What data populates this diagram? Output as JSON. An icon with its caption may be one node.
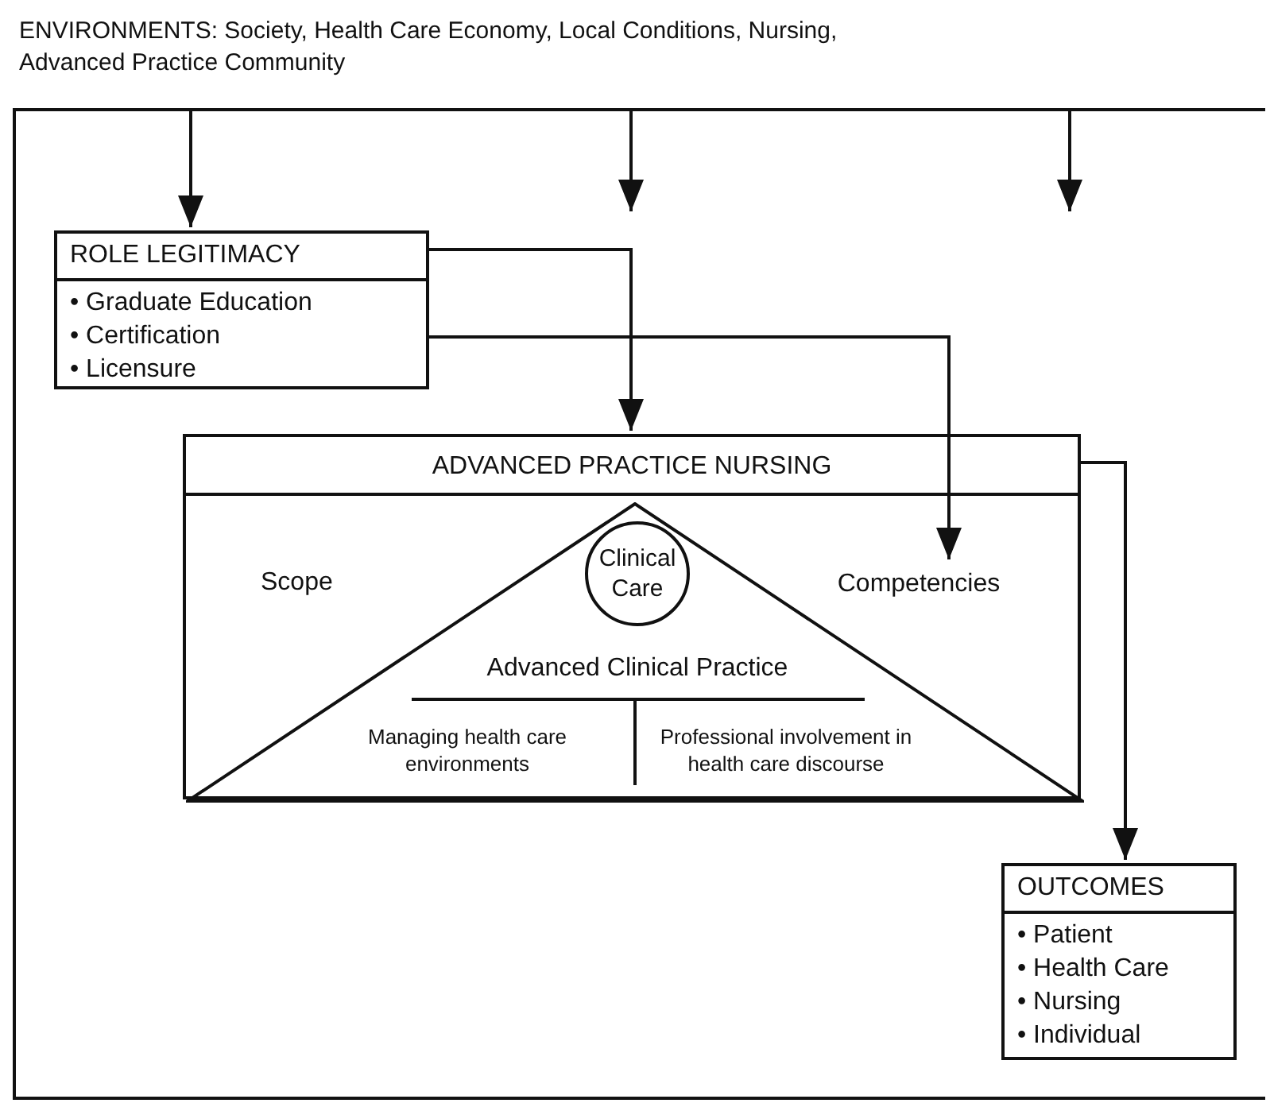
{
  "diagram": {
    "nodes": [
      {
        "text": [
          "ENVIRONMENTS: Society, Health Care Economy, Local Conditions, Nursing, Advanced Practice Community"
        ]
      },
      {
        "text": [
          "ROLE LEGITIMACY",
          "• Graduate Education",
          "• Certification",
          "• Licensure"
        ],
        "in": 0
      },
      {
        "text": [
          "ADVANCED PRACTICE NURSING",
          "Scope"
        ],
        "in": 0
      },
      {
        "text": [
          "Advanced Clinical Practice",
          "Managing health care environments",
          "Professional involvement in health care discourse"
        ],
        "in": 2
      },
      {
        "text": [
          "Clinical Care"
        ],
        "in": 3
      },
      {
        "text": [
          "Competencies"
        ],
        "in": 2
      },
      {
        "text": [
          "OUTCOMES",
          "• Patient",
          "• Health Care",
          "• Nursing",
          "• Individual"
        ],
        "in": 0
      }
    ],
    "edges": [
      {
        "from": 0,
        "to": 1,
        "arrow": "to"
      },
      {
        "from": 0,
        "to": null,
        "arrow": "to"
      },
      {
        "from": 0,
        "to": null,
        "arrow": "to"
      },
      {
        "from": 1,
        "to": 2,
        "arrow": "to"
      },
      {
        "from": 1,
        "to": 5,
        "arrow": "to"
      },
      {
        "from": 2,
        "to": 6,
        "arrow": "to"
      }
    ]
  }
}
